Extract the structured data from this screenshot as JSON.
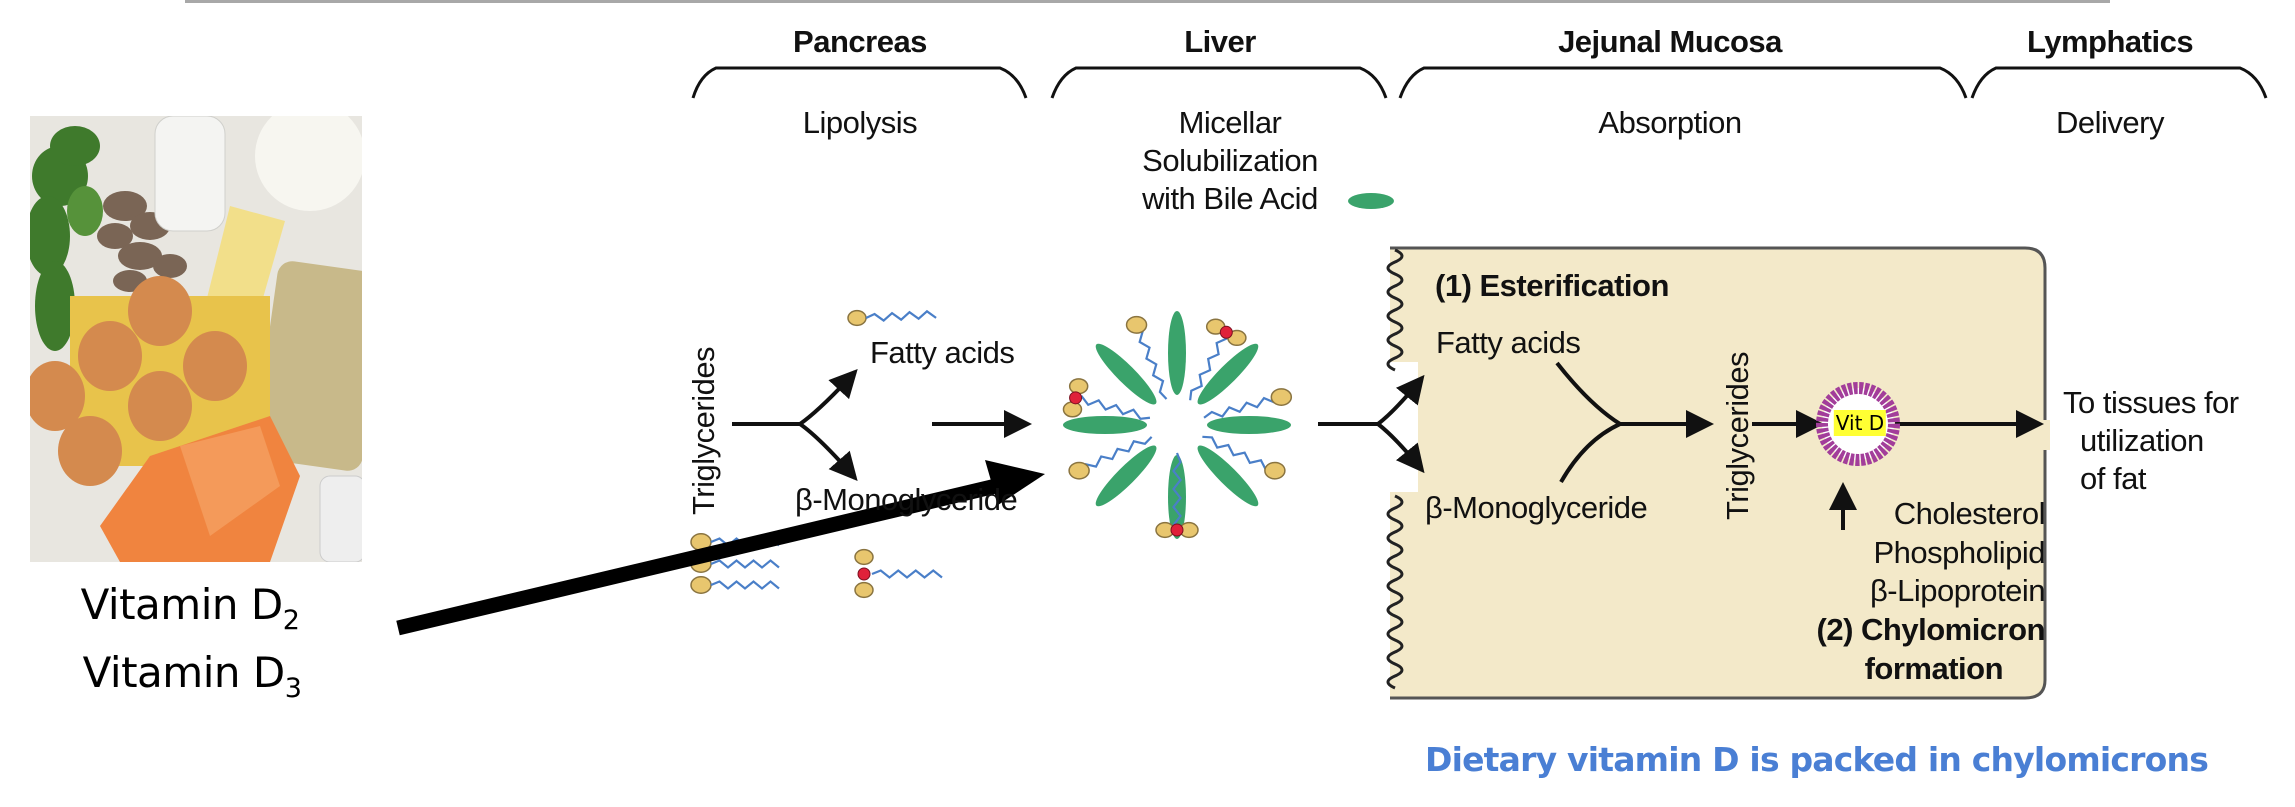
{
  "food_image": {
    "description": "Vitamin D rich foods: parsley, mushrooms, milk, cottage cheese, butter, eggs, sardines, salmon, supplements"
  },
  "vitamin_sources": [
    {
      "base": "Vitamin D",
      "subscript": "2"
    },
    {
      "base": "Vitamin D",
      "subscript": "3"
    }
  ],
  "regions": [
    {
      "organ": "Pancreas",
      "process": "Lipolysis"
    },
    {
      "organ": "Liver",
      "process": "Micellar\nSolubilization\nwith Bile Acid"
    },
    {
      "organ": "Jejunal Mucosa",
      "process": "Absorption"
    },
    {
      "organ": "Lymphatics",
      "process": "Delivery"
    }
  ],
  "lipolysis": {
    "input": "Triglycerides",
    "output_top": "Fatty acids",
    "output_bottom": "β-Monoglyceride"
  },
  "mucosa": {
    "step1": "(1) Esterification",
    "fatty_acids": "Fatty acids",
    "monoglyceride": "β-Monoglyceride",
    "triglycerides": "Triglycerides",
    "chylomicron_label": "Vit D",
    "additions": [
      "Cholesterol",
      "Phospholipid",
      "β-Lipoprotein"
    ],
    "step2_line1": "(2) Chylomicron",
    "step2_line2": "formation"
  },
  "delivery": {
    "line1": "To tissues for",
    "line2": "utilization",
    "line3": "of fat"
  },
  "caption": "Dietary vitamin D is packed in chylomicrons",
  "colors": {
    "bile_acid": "#3aa36b",
    "lipid_head": "#e8c66e",
    "lipid_tail": "#4a7fc8",
    "glycerol": "#e0213a",
    "mucosa_bg": "#f3e9c9",
    "chylomicron_ring": "#a23d9a",
    "caption": "#4a7fd4",
    "highlight": "#ffff33"
  }
}
